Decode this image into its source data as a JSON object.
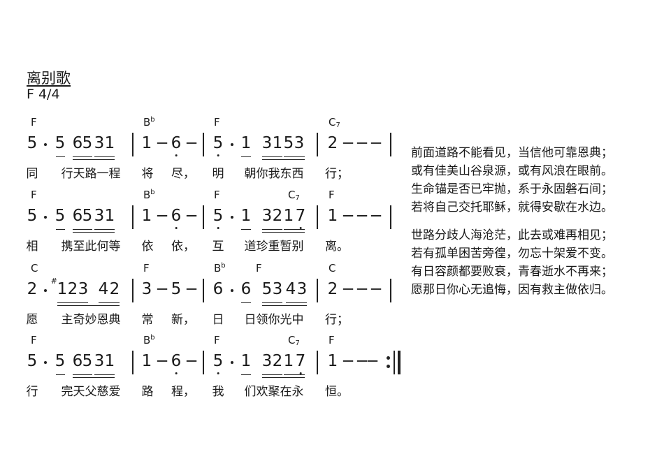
{
  "song": {
    "title": "离别歌",
    "key": "F 4/4"
  },
  "lines": [
    {
      "chords": [
        "F",
        "B|b",
        "F",
        "C|7"
      ],
      "notes": [
        "5",
        "5",
        "6",
        "5",
        "3",
        "1",
        "1",
        "6",
        "5",
        "1",
        "3",
        "1",
        "5",
        "3",
        "2"
      ],
      "lyrics": [
        "同",
        "行天路一程",
        "将",
        "尽，",
        "明",
        "朝你我东西",
        "行；"
      ]
    },
    {
      "chords": [
        "F",
        "B|b",
        "F",
        "C|7",
        "F"
      ],
      "notes": [
        "5",
        "5",
        "6",
        "5",
        "3",
        "1",
        "1",
        "6",
        "5",
        "1",
        "3",
        "2",
        "1",
        "7",
        "1"
      ],
      "lyrics": [
        "相",
        "携至此何等",
        "依",
        "依，",
        "互",
        "道珍重暂别",
        "离。"
      ]
    },
    {
      "chords": [
        "C",
        "F",
        "B|b",
        "F",
        "C"
      ],
      "notes": [
        "2",
        "#",
        "1",
        "2",
        "3",
        "4",
        "2",
        "3",
        "5",
        "6",
        "6",
        "5",
        "3",
        "4",
        "3",
        "2"
      ],
      "lyrics": [
        "愿",
        "主奇妙恩典",
        "常",
        "新，",
        "日",
        "日领你光中",
        "行；"
      ]
    },
    {
      "chords": [
        "F",
        "B|b",
        "F",
        "C|7",
        "F"
      ],
      "notes": [
        "5",
        "5",
        "6",
        "5",
        "3",
        "1",
        "1",
        "6",
        "5",
        "1",
        "3",
        "2",
        "1",
        "7",
        "1"
      ],
      "lyrics": [
        "行",
        "完天父慈爱",
        "路",
        "程，",
        "我",
        "们欢聚在永",
        "恒。"
      ]
    }
  ],
  "dash": "−",
  "verses": [
    [
      "前面道路不能看见，当信他可靠恩典；",
      "或有佳美山谷泉源，或有风浪在眼前。",
      "生命锚是否已牢抛，系于永固磐石间；",
      "若将自己交托耶稣，就得安歇在水边。"
    ],
    [
      "世路分歧人海沧茫，此去或难再相见；",
      "若有孤单困苦旁徨，勿忘十架爱不变。",
      "有日容颜都要败衰，青春逝水不再来；",
      "愿那日你心无追悔，因有救主做依归。"
    ]
  ]
}
